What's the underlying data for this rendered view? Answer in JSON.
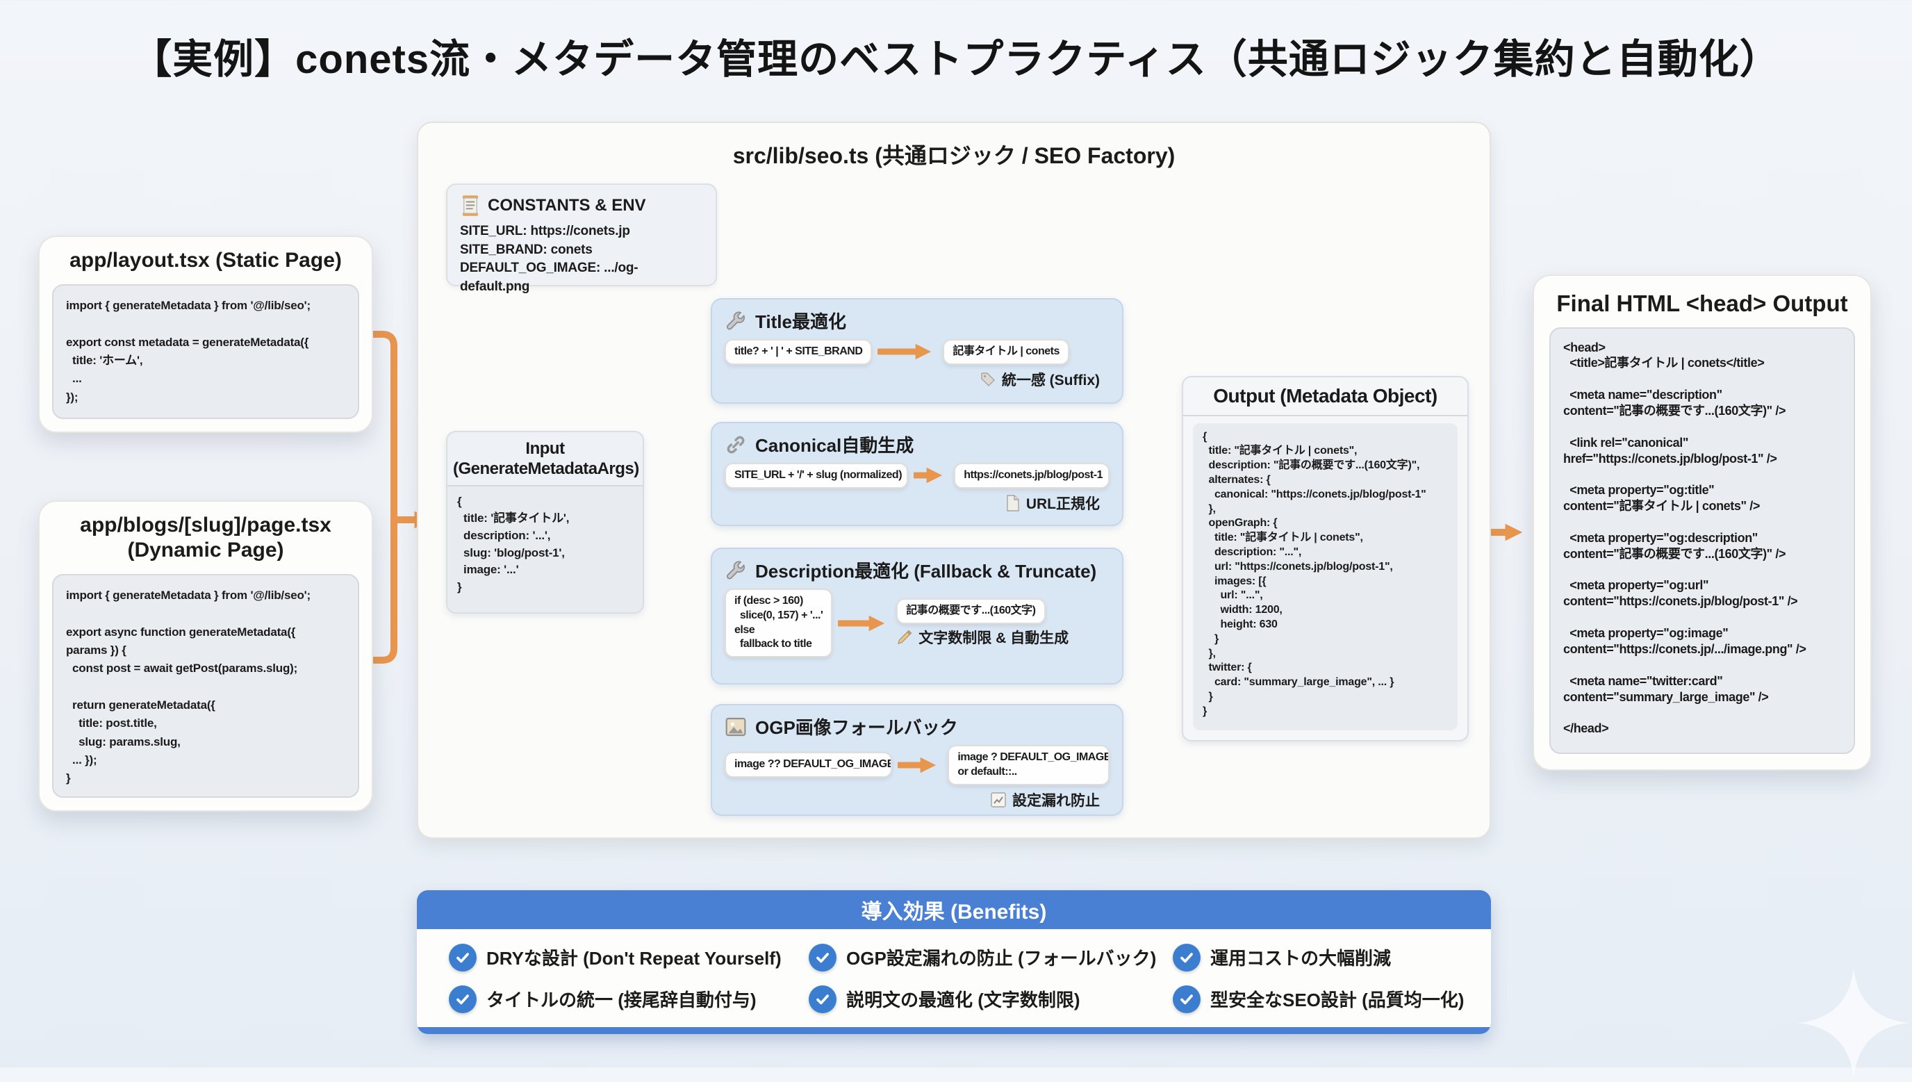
{
  "title": "【実例】conets流・メタデータ管理のベストプラクティス（共通ロジック集約と自動化）",
  "colors": {
    "accent_orange": "#E8964E",
    "benefits_blue": "#4A80D4",
    "check_blue": "#3B7ECF",
    "function_box_blue": "#D9E6F4"
  },
  "left_panels": {
    "static": {
      "title": "app/layout.tsx (Static Page)",
      "code": "import { generateMetadata } from '@/lib/seo';\n\nexport const metadata = generateMetadata({\n  title: 'ホーム',\n  ...\n});"
    },
    "dynamic": {
      "title": "app/blogs/[slug]/page.tsx (Dynamic Page)",
      "code": "import { generateMetadata } from '@/lib/seo';\n\nexport async function generateMetadata({\nparams }) {\n  const post = await getPost(params.slug);\n\n  return generateMetadata({\n    title: post.title,\n    slug: params.slug,\n  ... });\n}"
    }
  },
  "factory": {
    "title": "src/lib/seo.ts (共通ロジック / SEO Factory)",
    "constants": {
      "icon": "scroll-icon",
      "title": "CONSTANTS & ENV",
      "lines": "SITE_URL: https://conets.jp\nSITE_BRAND: conets\nDEFAULT_OG_IMAGE: .../og-default.png"
    },
    "input": {
      "title": "Input (GenerateMetadataArgs)",
      "code": "{\n  title: '記事タイトル',\n  description: '...',\n  slug: 'blog/post-1',\n  image: '...'\n}"
    },
    "functions": [
      {
        "icon": "wrench-icon",
        "title": "Title最適化",
        "source": "title? + ' | ' + SITE_BRAND",
        "result": "記事タイトル | conets",
        "note_icon": "tag-icon",
        "note": "統一感 (Suffix)"
      },
      {
        "icon": "link-icon",
        "title": "Canonical自動生成",
        "source": "SITE_URL + '/' + slug (normalized)",
        "result": "https://conets.jp/blog/post-1",
        "note_icon": "page-icon",
        "note": "URL正規化"
      },
      {
        "icon": "wrench-icon",
        "title": "Description最適化 (Fallback & Truncate)",
        "source": "if (desc > 160)\n  slice(0, 157) + '...'\nelse\n  fallback to title",
        "result": "記事の概要です...(160文字)",
        "note_icon": "pencil-icon",
        "note": "文字数制限 & 自動生成"
      },
      {
        "icon": "image-icon",
        "title": "OGP画像フォールバック",
        "source": "image ?? DEFAULT_OG_IMAGE",
        "result": "image ? DEFAULT_OG_IMAGE\nor default::..",
        "note_icon": "chart-icon",
        "note": "設定漏れ防止"
      }
    ],
    "output": {
      "title": "Output (Metadata Object)",
      "code": "{\n  title: \"記事タイトル | conets\",\n  description: \"記事の概要です...(160文字)\",\n  alternates: {\n    canonical: \"https://conets.jp/blog/post-1\"\n  },\n  openGraph: {\n    title: \"記事タイトル | conets\",\n    description: \"...\",\n    url: \"https://conets.jp/blog/post-1\",\n    images: [{\n      url: \"...\",\n      width: 1200,\n      height: 630\n    }\n  },\n  twitter: {\n    card: \"summary_large_image\", ... }\n  }\n}"
    }
  },
  "final": {
    "title": "Final HTML <head> Output",
    "code": "<head>\n  <title>記事タイトル | conets</title>\n\n  <meta name=\"description\"\ncontent=\"記事の概要です...(160文字)\" />\n\n  <link rel=\"canonical\"\nhref=\"https://conets.jp/blog/post-1\" />\n\n  <meta property=\"og:title\"\ncontent=\"記事タイトル | conets\" />\n\n  <meta property=\"og:description\"\ncontent=\"記事の概要です...(160文字)\" />\n\n  <meta property=\"og:url\"\ncontent=\"https://conets.jp/blog/post-1\" />\n\n  <meta property=\"og:image\"\ncontent=\"https://conets.jp/.../image.png\" />\n\n  <meta name=\"twitter:card\"\ncontent=\"summary_large_image\" />\n\n</head>"
  },
  "benefits": {
    "title": "導入効果 (Benefits)",
    "items": [
      "DRYな設計 (Don't Repeat Yourself)",
      "OGP設定漏れの防止 (フォールバック)",
      "運用コストの大幅削減",
      "タイトルの統一 (接尾辞自動付与)",
      "説明文の最適化 (文字数制限)",
      "型安全なSEO設計 (品質均一化)"
    ]
  }
}
